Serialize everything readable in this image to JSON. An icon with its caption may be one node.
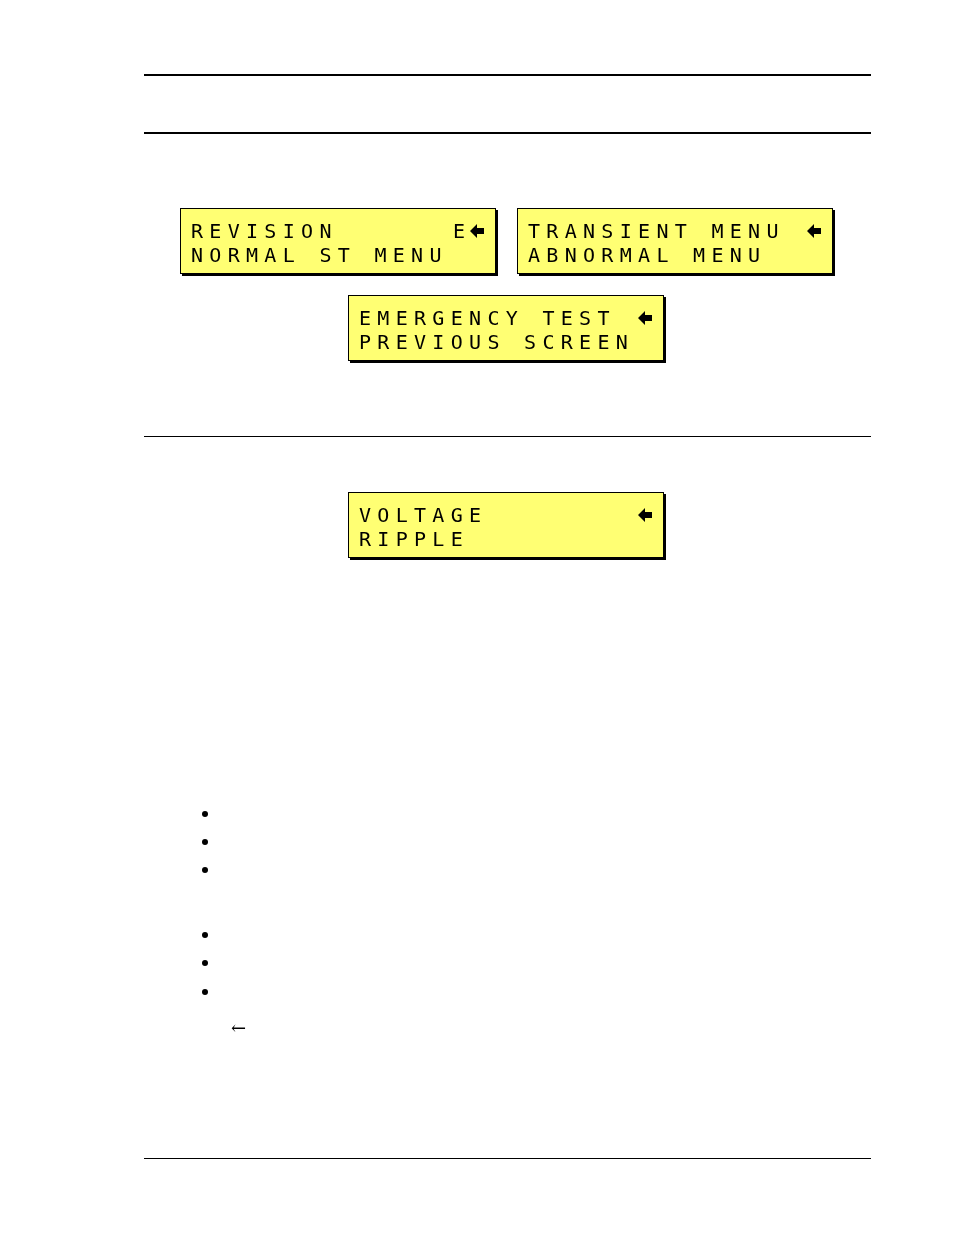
{
  "diagram": {
    "nodes": [
      {
        "text": [
          "REVISION",
          "E",
          "NORMAL ST MENU"
        ]
      },
      {
        "text": [
          "TRANSIENT MENU",
          "ABNORMAL MENU"
        ]
      },
      {
        "text": [
          "EMERGENCY TEST",
          "PREVIOUS SCREEN"
        ]
      },
      {
        "text": [
          "VOLTAGE",
          "RIPPLE"
        ]
      }
    ],
    "edges": [],
    "labels": [
      "←"
    ]
  }
}
